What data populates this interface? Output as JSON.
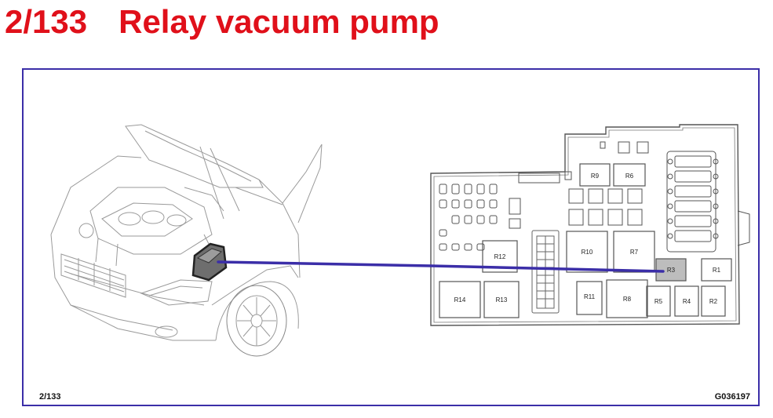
{
  "header": {
    "code": "2/133",
    "title": "Relay vacuum pump"
  },
  "footer": {
    "left": "2/133",
    "right": "G036197"
  },
  "relays": {
    "r1": "R1",
    "r2": "R2",
    "r3": "R3",
    "r4": "R4",
    "r5": "R5",
    "r6": "R6",
    "r7": "R7",
    "r8": "R8",
    "r9": "R9",
    "r10": "R10",
    "r11": "R11",
    "r12": "R12",
    "r13": "R13",
    "r14": "R14"
  },
  "colors": {
    "title": "#e0101a",
    "frame": "#3b2ea8",
    "leader": "#3b2ea8",
    "highlight": "#bdbdbd"
  },
  "highlighted_relay": "R3"
}
